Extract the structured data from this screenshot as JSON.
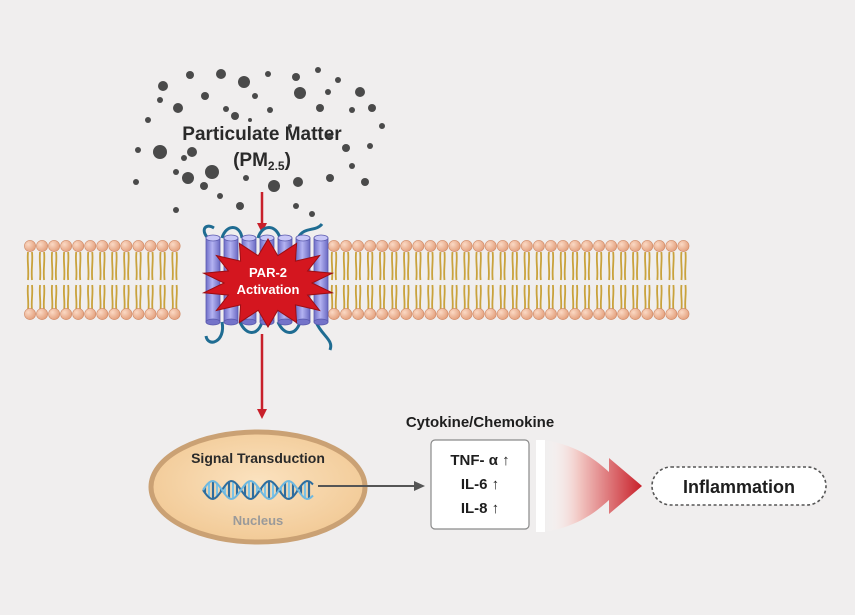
{
  "particulate": {
    "line1": "Particulate Matter",
    "line2_main": "(PM",
    "line2_sub": "2.5",
    "line2_close": ")"
  },
  "receptor": {
    "line1": "PAR-2",
    "line2": "Activation"
  },
  "nucleus": {
    "title": "Signal Transduction",
    "label": "Nucleus"
  },
  "cytokine": {
    "header": "Cytokine/Chemokine",
    "items": [
      "TNF- α ↑",
      "IL-6 ↑",
      "IL-8 ↑"
    ]
  },
  "outcome": {
    "label": "Inflammation"
  },
  "colors": {
    "background": "#f0eeee",
    "arrow_red": "#c8202a",
    "lipid_head": "#efb392",
    "lipid_tail": "#d8b34a",
    "receptor_purple": "#8f8ee0",
    "receptor_loop": "#1f6c92",
    "nucleus_fill": "#f6d3a6",
    "nucleus_border": "#caa174",
    "dna_dark": "#2e6d9e",
    "dna_light": "#7cc3e6"
  }
}
